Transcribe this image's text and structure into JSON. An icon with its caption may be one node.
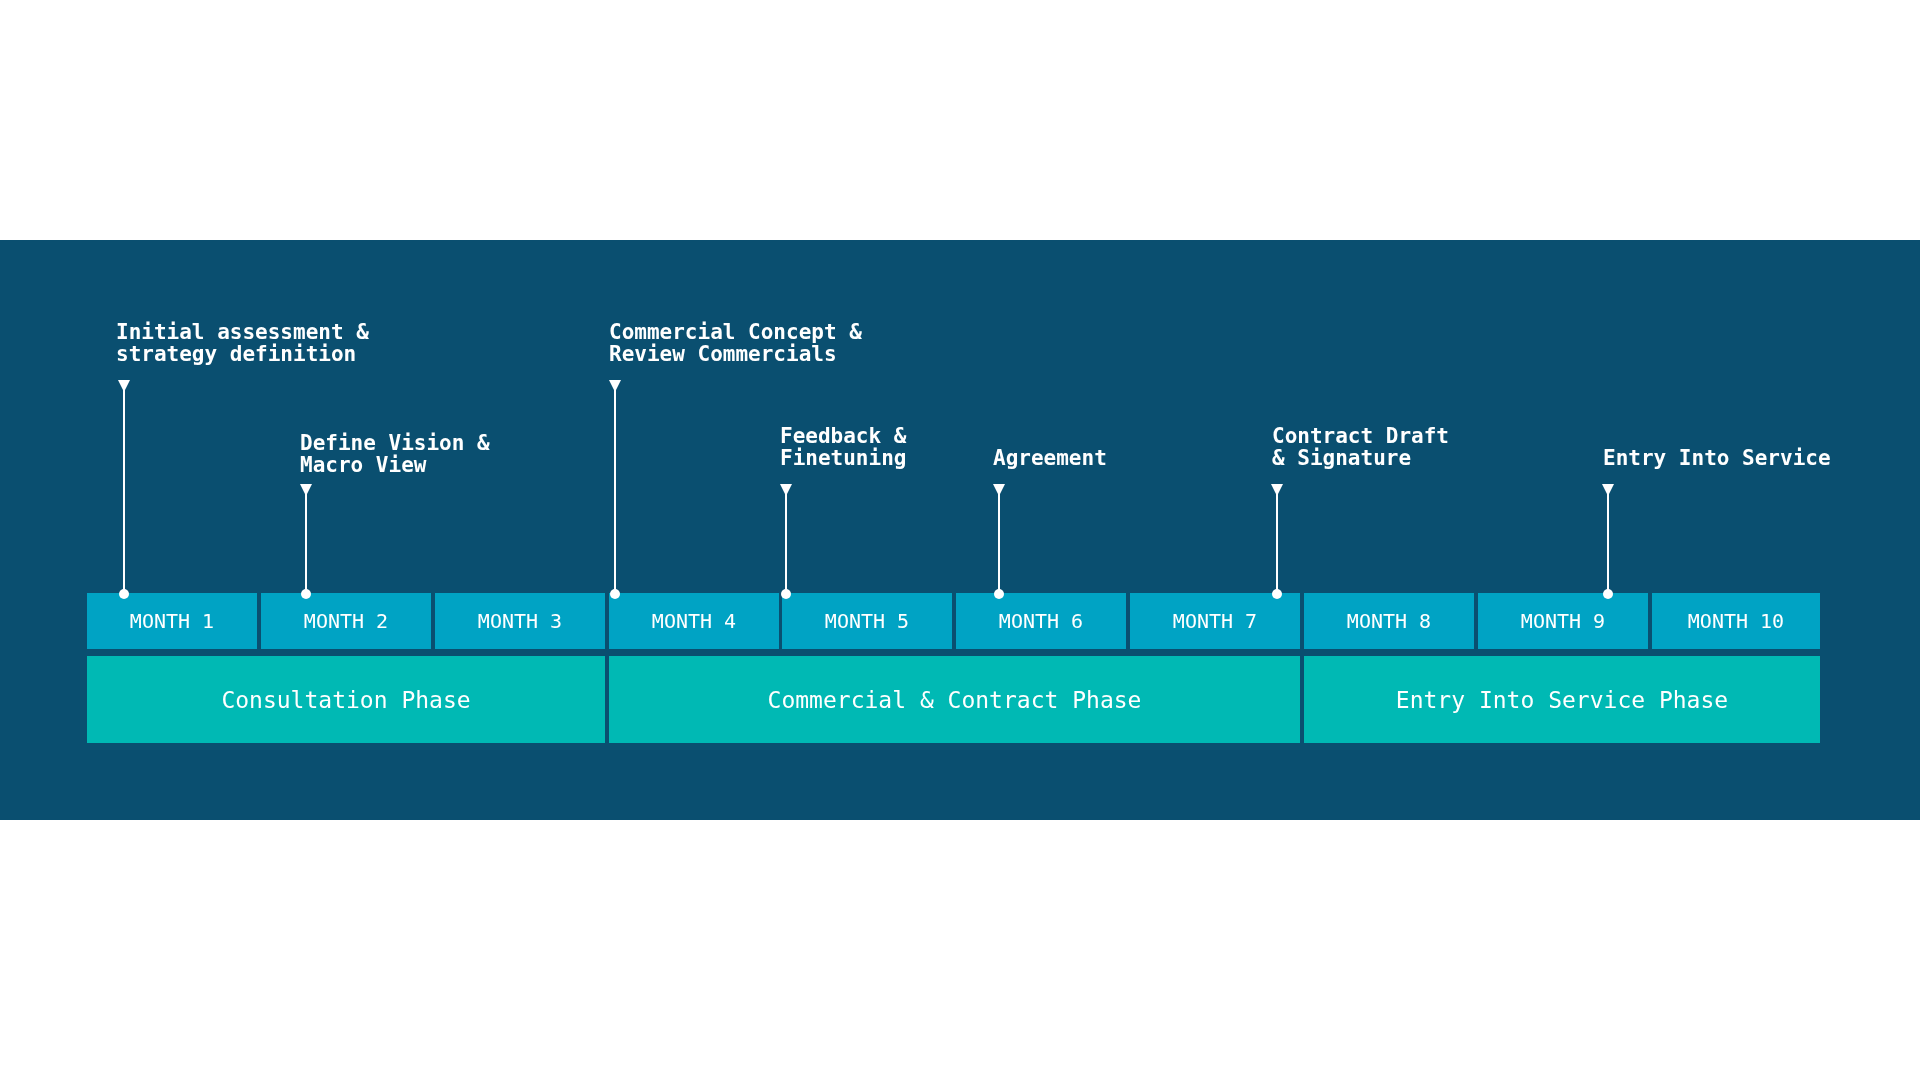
{
  "diagram": {
    "nodes": [
      {
        "text": [
          "MONTH 1"
        ]
      },
      {
        "text": [
          "MONTH 2"
        ]
      },
      {
        "text": [
          "MONTH 3"
        ]
      },
      {
        "text": [
          "MONTH 4"
        ]
      },
      {
        "text": [
          "MONTH 5"
        ]
      },
      {
        "text": [
          "MONTH 6"
        ]
      },
      {
        "text": [
          "MONTH 7"
        ]
      },
      {
        "text": [
          "MONTH 8"
        ]
      },
      {
        "text": [
          "MONTH 9"
        ]
      },
      {
        "text": [
          "MONTH 10"
        ]
      },
      {
        "text": [
          "Consultation Phase"
        ]
      },
      {
        "text": [
          "Commercial & Contract Phase"
        ]
      },
      {
        "text": [
          "Entry Into Service Phase"
        ]
      },
      {
        "text": [
          "Initial assessment & strategy definition"
        ]
      },
      {
        "text": [
          "Define Vision & Macro View"
        ]
      },
      {
        "text": [
          "Commercial Concept & Review Commercials"
        ]
      },
      {
        "text": [
          "Feedback & Finetuning"
        ]
      },
      {
        "text": [
          "Agreement"
        ]
      },
      {
        "text": [
          "Contract Draft & Signature"
        ]
      },
      {
        "text": [
          "Entry Into Service"
        ]
      }
    ],
    "edges": [
      {
        "from": 0,
        "to": 13,
        "arrow": "other"
      },
      {
        "from": 1,
        "to": 14,
        "arrow": "other"
      },
      {
        "from": 3,
        "to": 15,
        "arrow": "other"
      },
      {
        "from": 4,
        "to": 16,
        "arrow": "other"
      },
      {
        "from": 5,
        "to": 17,
        "arrow": "other"
      },
      {
        "from": 6,
        "to": 18,
        "arrow": "other"
      },
      {
        "from": 8,
        "to": 19,
        "arrow": "other"
      }
    ]
  }
}
